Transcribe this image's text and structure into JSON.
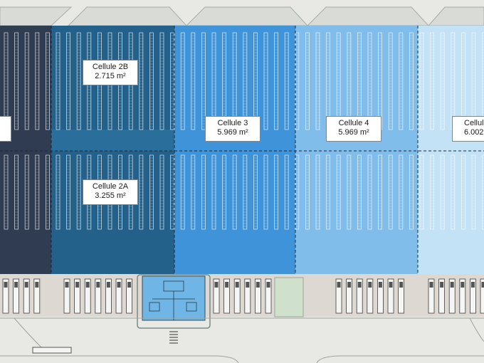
{
  "plan": {
    "cells": [
      {
        "id": "cellule-1",
        "label_name": "",
        "label_area": "",
        "color": "#2f3c52"
      },
      {
        "id": "cellule-2b",
        "label_name": "Cellule 2B",
        "label_area": "2.715 m²",
        "color": "#23618a"
      },
      {
        "id": "cellule-2a",
        "label_name": "Cellule 2A",
        "label_area": "3.255 m²",
        "color": "#23618a"
      },
      {
        "id": "cellule-3",
        "label_name": "Cellule 3",
        "label_area": "5.969 m²",
        "color": "#3f93d8"
      },
      {
        "id": "cellule-4",
        "label_name": "Cellule 4",
        "label_area": "5.969 m²",
        "color": "#80bdea"
      },
      {
        "id": "cellule-5",
        "label_name": "Cellul",
        "label_area": "6.002",
        "color": "#c3e2f6"
      }
    ],
    "rack_color": "#ffffff",
    "yard_color": "#ddd8d2",
    "office_color": "#6fb6e6"
  }
}
